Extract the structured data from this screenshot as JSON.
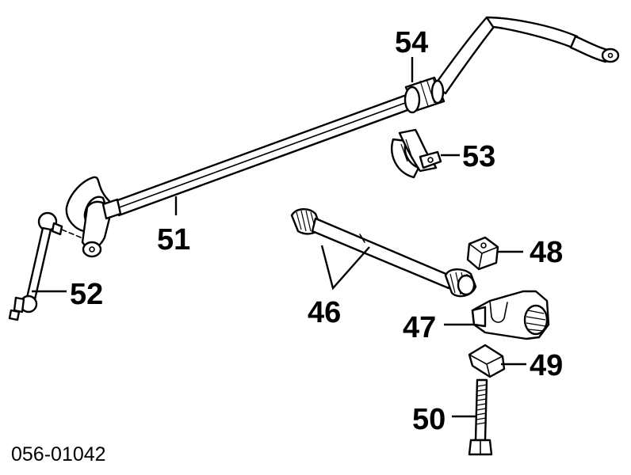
{
  "diagram": {
    "drawing_code": "056-01042",
    "callouts": [
      {
        "id": "c54",
        "label": "54"
      },
      {
        "id": "c53",
        "label": "53"
      },
      {
        "id": "c51",
        "label": "51"
      },
      {
        "id": "c52",
        "label": "52"
      },
      {
        "id": "c48",
        "label": "48"
      },
      {
        "id": "c46",
        "label": "46"
      },
      {
        "id": "c47",
        "label": "47"
      },
      {
        "id": "c49",
        "label": "49"
      },
      {
        "id": "c50",
        "label": "50"
      }
    ],
    "colors": {
      "line": "#000000",
      "background": "#ffffff"
    }
  }
}
